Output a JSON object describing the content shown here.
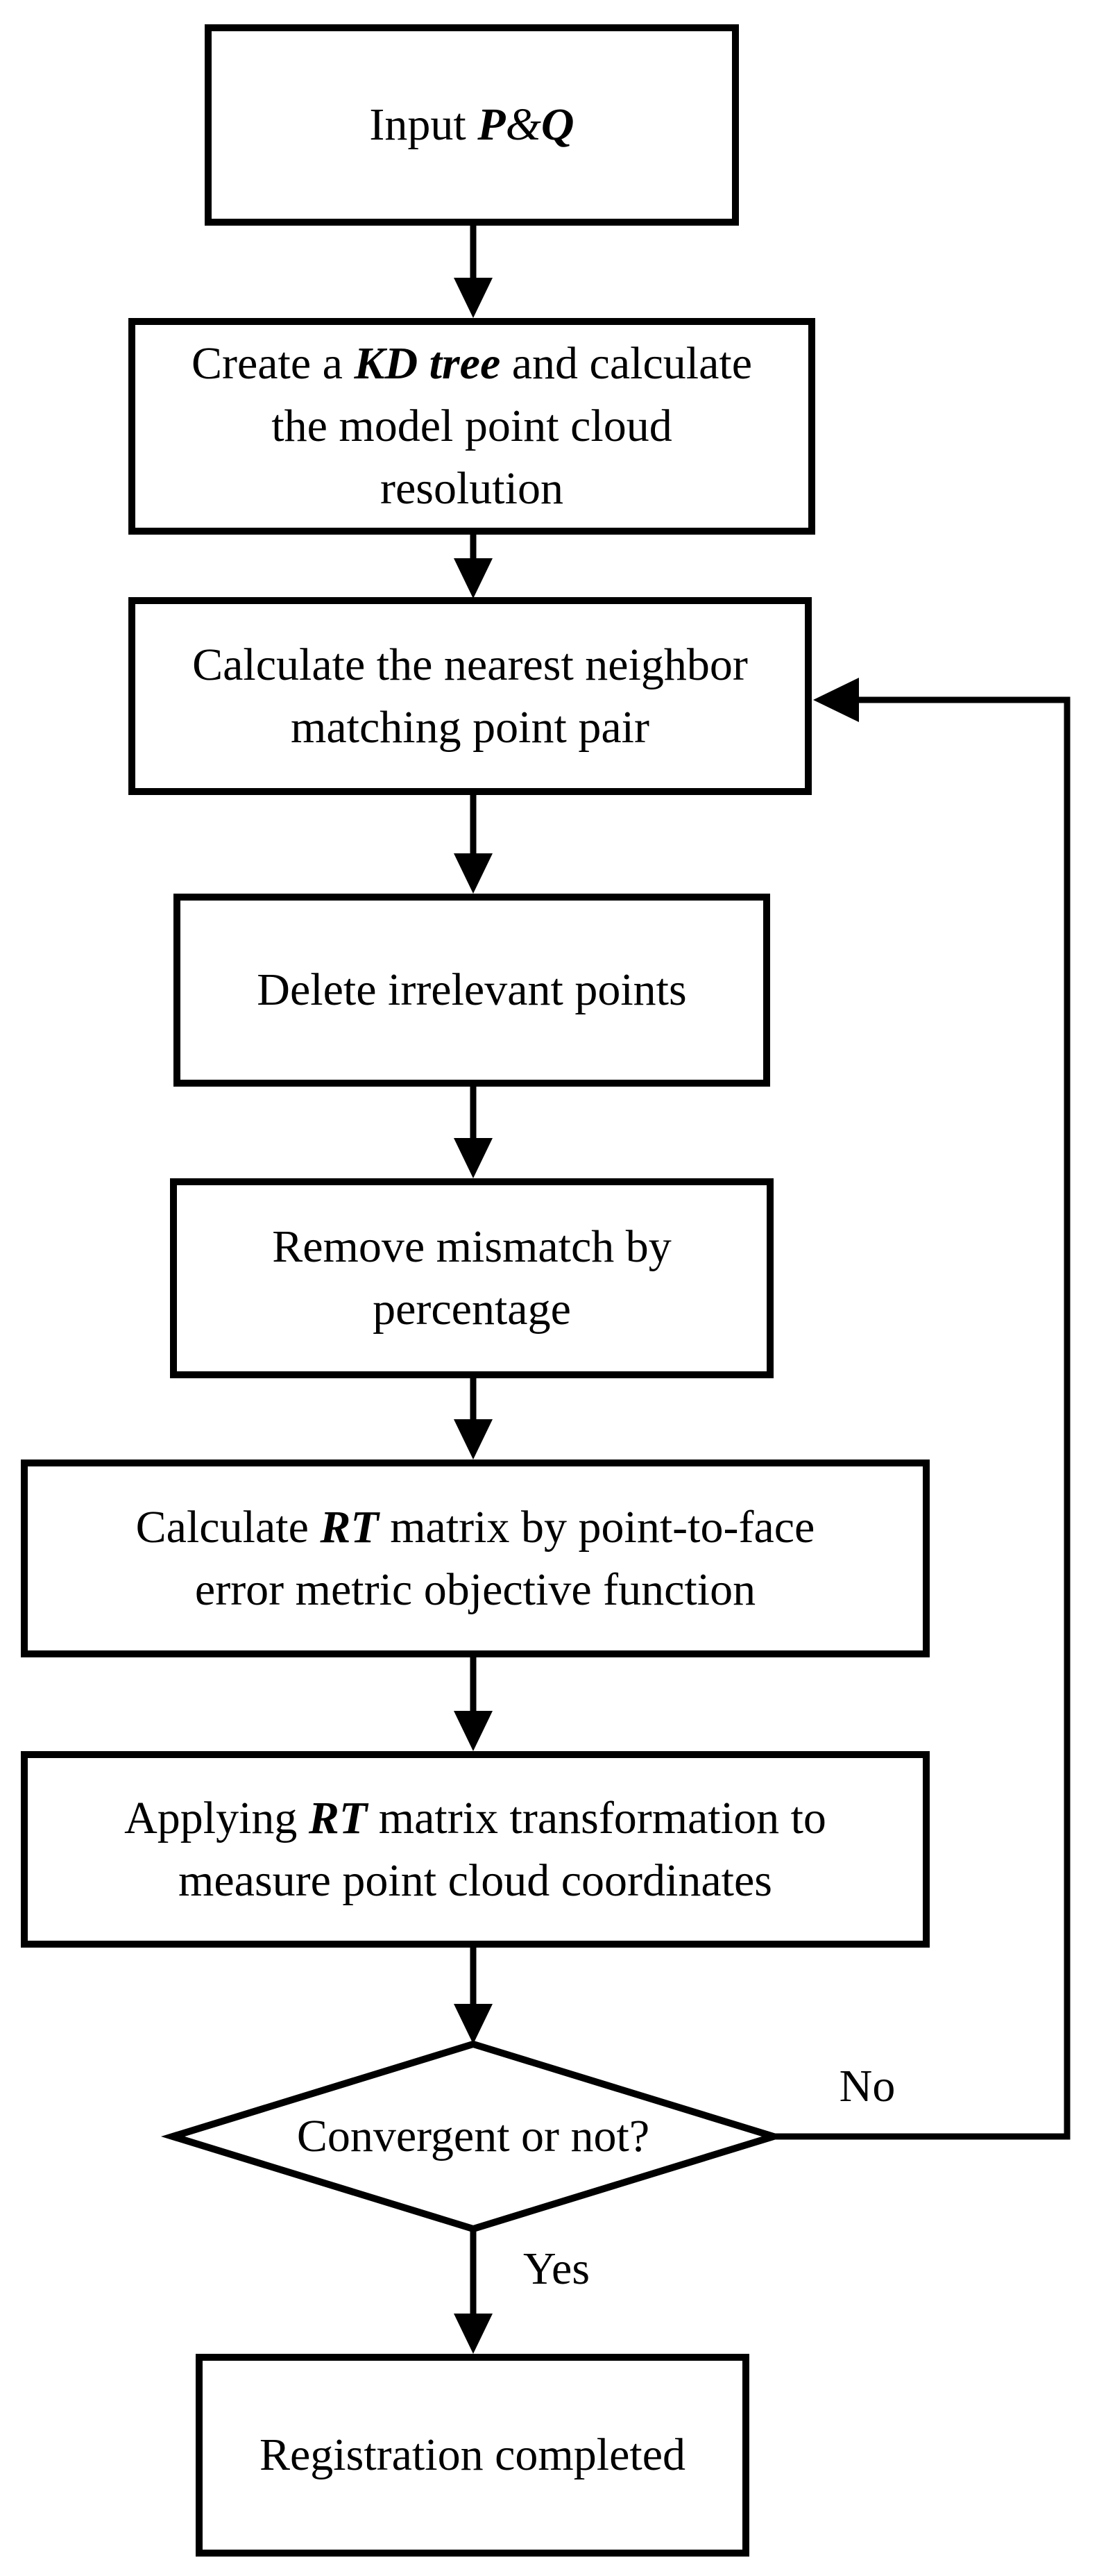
{
  "figure": {
    "type": "flowchart",
    "description": "Point cloud registration (ICP) algorithm flow",
    "colors": {
      "ink": "#000000",
      "background": "#ffffff",
      "node_fill": "#ffffff"
    }
  },
  "nodes": {
    "input": {
      "shape": "rect",
      "lines": [
        [
          {
            "t": "Input "
          },
          {
            "t": "P",
            "bi": true
          },
          {
            "t": "&",
            "i": true
          },
          {
            "t": "Q",
            "bi": true
          }
        ]
      ]
    },
    "create_kd_tree": {
      "shape": "rect",
      "lines": [
        [
          {
            "t": "Create a "
          },
          {
            "t": "KD tree",
            "bi": true
          },
          {
            "t": " and calculate"
          }
        ],
        [
          {
            "t": "the model point cloud"
          }
        ],
        [
          {
            "t": "resolution"
          }
        ]
      ]
    },
    "nearest_neighbor": {
      "shape": "rect",
      "lines": [
        [
          {
            "t": "Calculate the nearest neighbor"
          }
        ],
        [
          {
            "t": "matching point pair"
          }
        ]
      ]
    },
    "delete_points": {
      "shape": "rect",
      "lines": [
        [
          {
            "t": "Delete irrelevant points"
          }
        ]
      ]
    },
    "remove_mismatch": {
      "shape": "rect",
      "lines": [
        [
          {
            "t": "Remove mismatch by"
          }
        ],
        [
          {
            "t": "percentage"
          }
        ]
      ]
    },
    "calc_rt_matrix": {
      "shape": "rect",
      "lines": [
        [
          {
            "t": "Calculate "
          },
          {
            "t": "RT",
            "bi": true
          },
          {
            "t": " matrix by point-to-face"
          }
        ],
        [
          {
            "t": "error metric objective function"
          }
        ]
      ]
    },
    "apply_rt_matrix": {
      "shape": "rect",
      "lines": [
        [
          {
            "t": "Applying "
          },
          {
            "t": "RT",
            "bi": true
          },
          {
            "t": " matrix transformation to"
          }
        ],
        [
          {
            "t": "measure point cloud coordinates"
          }
        ]
      ]
    },
    "decision": {
      "shape": "diamond",
      "lines": [
        [
          {
            "t": "Convergent or not?"
          }
        ]
      ]
    },
    "done": {
      "shape": "rect",
      "lines": [
        [
          {
            "t": "Registration completed"
          }
        ]
      ]
    }
  },
  "labels": {
    "no": "No",
    "yes": "Yes"
  },
  "edges": [
    {
      "from": "input",
      "to": "create_kd_tree"
    },
    {
      "from": "create_kd_tree",
      "to": "nearest_neighbor"
    },
    {
      "from": "nearest_neighbor",
      "to": "delete_points"
    },
    {
      "from": "delete_points",
      "to": "remove_mismatch"
    },
    {
      "from": "remove_mismatch",
      "to": "calc_rt_matrix"
    },
    {
      "from": "calc_rt_matrix",
      "to": "apply_rt_matrix"
    },
    {
      "from": "apply_rt_matrix",
      "to": "decision"
    },
    {
      "from": "decision",
      "to": "nearest_neighbor",
      "label": "No"
    },
    {
      "from": "decision",
      "to": "done",
      "label": "Yes"
    }
  ]
}
